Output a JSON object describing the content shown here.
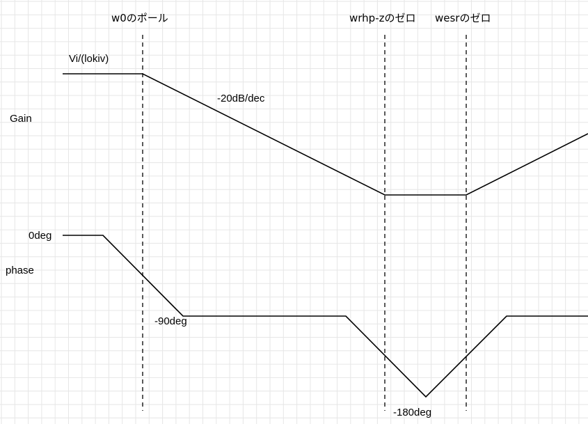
{
  "labels": {
    "pole_w0": "w0のポール",
    "zero_wrhp": "wrhp-zのゼロ",
    "zero_wesr": "wesrのゼロ",
    "dc_gain": "Vi/(lokiv)",
    "slope": "-20dB/dec",
    "gain_axis": "Gain",
    "phase_start": "0deg",
    "phase_axis": "phase",
    "phase_minus90": "-90deg",
    "phase_minus180": "-180deg"
  },
  "colors": {
    "background": "#ffffff",
    "grid": "#e6e6e6",
    "curve": "#000000",
    "marker": "#000000"
  }
}
